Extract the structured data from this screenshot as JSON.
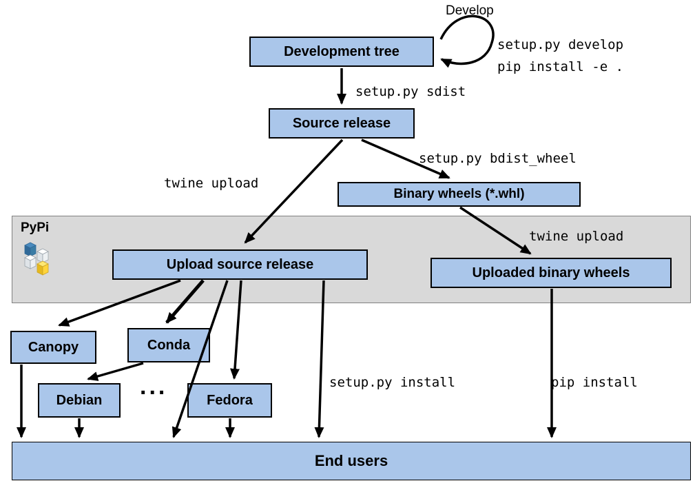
{
  "diagram": {
    "nodes": {
      "development_tree": "Development tree",
      "source_release": "Source release",
      "binary_wheels": "Binary wheels (*.whl)",
      "upload_source_release": "Upload source release",
      "uploaded_binary_wheels": "Uploaded binary wheels",
      "canopy": "Canopy",
      "conda": "Conda",
      "debian": "Debian",
      "fedora": "Fedora",
      "end_users": "End users"
    },
    "edge_labels": {
      "develop": "Develop",
      "setup_py_develop": "setup.py develop",
      "pip_install_e": "pip install -e .",
      "setup_py_sdist": "setup.py sdist",
      "twine_upload_source": "twine upload",
      "setup_py_bdist_wheel": "setup.py bdist_wheel",
      "twine_upload_wheels": "twine upload",
      "setup_py_install": "setup.py install",
      "pip_install": "pip install",
      "ellipsis": "..."
    },
    "band_label": "PyPi",
    "colors": {
      "node_fill": "#aac6ea",
      "node_border": "#000000",
      "band_fill": "#d9d9d9",
      "band_border": "#808080",
      "arrow": "#000000",
      "background": "#ffffff"
    }
  }
}
